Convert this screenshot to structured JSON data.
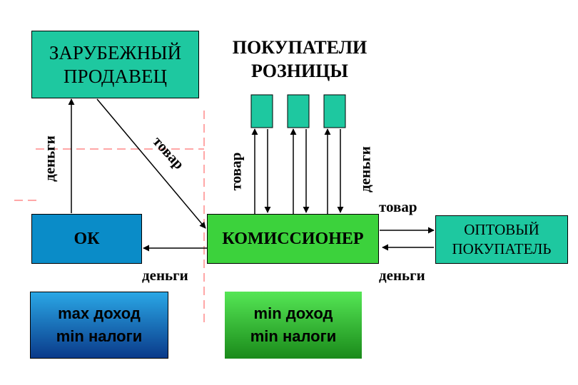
{
  "nodes": {
    "foreign_seller": [
      "ЗАРУБЕЖНЫЙ",
      "ПРОДАВЕЦ"
    ],
    "retail_buyers_title": [
      "ПОКУПАТЕЛИ",
      "РОЗНИЦЫ"
    ],
    "ok": "ОК",
    "commissioner": "КОМИССИОНЕР",
    "wholesale_buyer": [
      "ОПТОВЫЙ",
      "ПОКУПАТЕЛЬ"
    ],
    "ok_note": [
      "max доход",
      "min налоги"
    ],
    "commissioner_note": [
      "min доход",
      "min налоги"
    ]
  },
  "edges": {
    "ok_to_seller": "деньги",
    "seller_to_commissioner": "товар",
    "commissioner_to_ok": "деньги",
    "retail_goods": "товар",
    "retail_money": "деньги",
    "wholesale_goods": "товар",
    "wholesale_money": "деньги"
  },
  "colors": {
    "teal": "#1ec8a0",
    "ok_blue": "#0a8cc8",
    "commissioner_green": "#3cd23c",
    "dashed": "#ff8a8a"
  }
}
